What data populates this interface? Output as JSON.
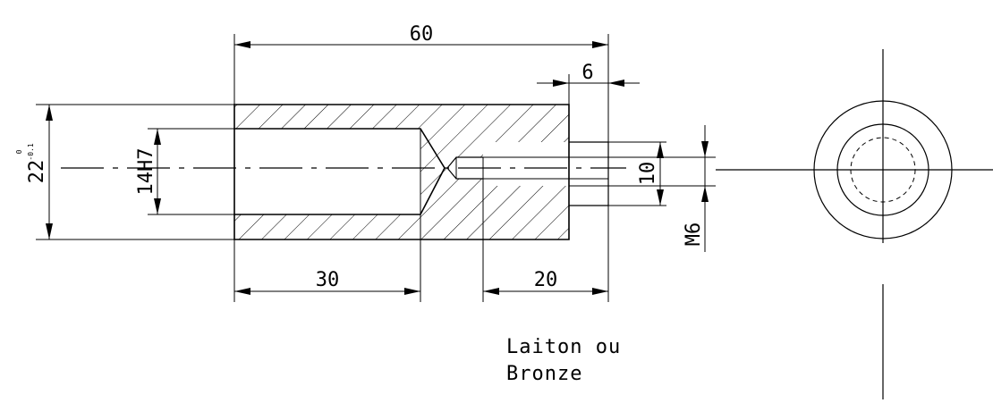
{
  "dimensions": {
    "overall_length": "60",
    "shoulder_length": "6",
    "outer_diameter": "22",
    "outer_tolerance_upper": "0",
    "outer_tolerance_lower": "-0.1",
    "bore_fit": "14H7",
    "spigot_diameter": "10",
    "thread": "M6",
    "bore_depth": "30",
    "thread_depth": "20"
  },
  "material_note": {
    "line1": "Laiton ou",
    "line2": "Bronze"
  }
}
